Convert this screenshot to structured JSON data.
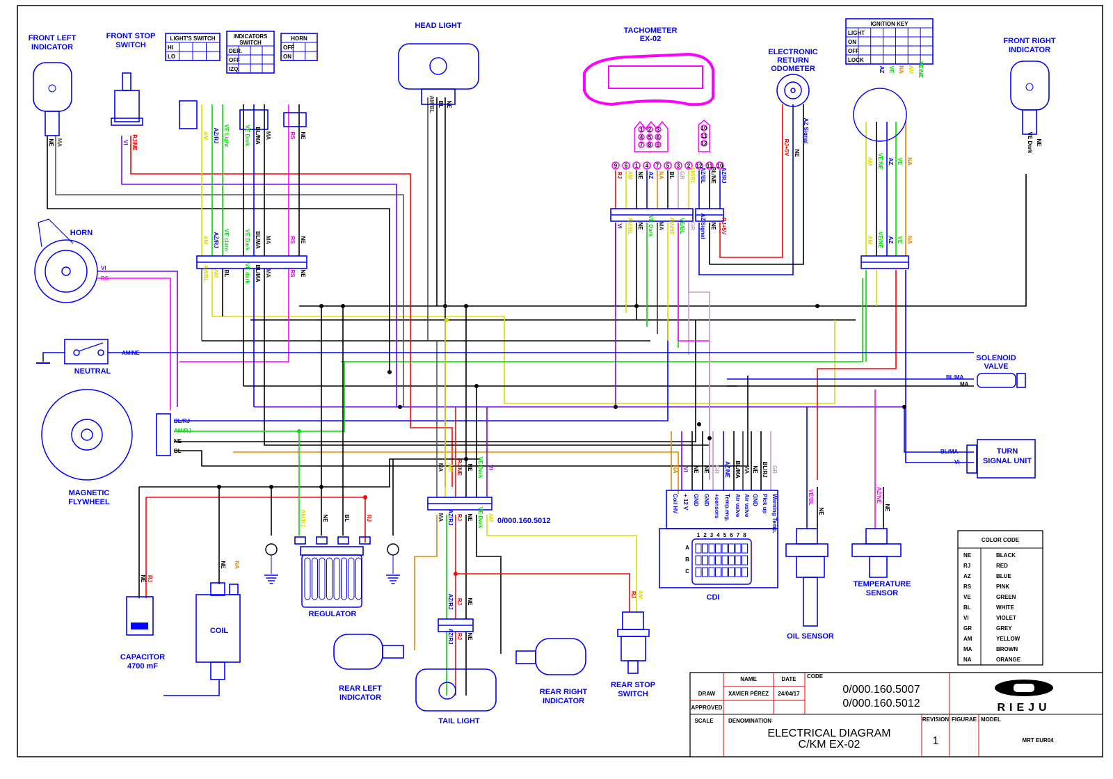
{
  "components": {
    "front_left_indicator": "FRONT LEFT|INDICATOR",
    "front_stop_switch": "FRONT STOP|SWITCH",
    "head_light": "HEAD LIGHT",
    "tachometer": "TACHOMETER|EX-02",
    "odometer": "ELECTRONIC|RETURN|ODOMETER",
    "front_right_indicator": "FRONT RIGHT|INDICATOR",
    "horn": "HORN",
    "neutral": "NEUTRAL",
    "magnetic_flywheel": "MAGNETIC|FLYWHEEL",
    "solenoid_valve": "SOLENOID|VALVE",
    "turn_signal_unit": "TURN|SIGNAL UNIT",
    "capacitor": "CAPACITOR|4700  mF",
    "coil": "COIL",
    "regulator": "REGULATOR",
    "rear_left_indicator": "REAR LEFT|INDICATOR",
    "tail_light": "TAIL LIGHT",
    "rear_right_indicator": "REAR RIGHT|INDICATOR",
    "rear_stop_switch": "REAR STOP|SWITCH",
    "cdi": "CDI",
    "oil_sensor": "OIL SENSOR",
    "temperature_sensor": "TEMPERATURE|SENSOR",
    "harness_code": "0/000.160.5012"
  },
  "switch_tables": {
    "lights_switch": {
      "title": "LIGHT'S SWITCH",
      "rows": [
        "HI",
        "LO"
      ],
      "wires": [
        "AM",
        "AZ/RJ",
        "VE Light"
      ]
    },
    "indicators_switch": {
      "title": "INDICATORS|SWITCH",
      "rows": [
        "DER.",
        "OFF",
        "IZQ."
      ],
      "wires": [
        "VE Dark",
        "BL/MA",
        "MA"
      ]
    },
    "horn_switch": {
      "title": "HORN",
      "rows": [
        "OFF",
        "ON"
      ],
      "wires": [
        "RS",
        "NE"
      ]
    },
    "ignition_key": {
      "title": "IGNITION KEY",
      "rows": [
        "LIGHT",
        "ON",
        "OFF",
        "LOCK"
      ],
      "wires": [
        "AZ",
        "VE",
        "NA",
        "AM",
        "VE/NE"
      ]
    }
  },
  "tacho_connector": {
    "pins_a": [
      "9",
      "6",
      "1",
      "4",
      "7",
      "5",
      "3",
      "2"
    ],
    "top_a": [
      "RJ",
      "AM",
      "NE",
      "AZ",
      "NA",
      "BL",
      "GR",
      "AM/BL"
    ],
    "bottom_a": [
      "VI",
      "AM/BL",
      "NE",
      "VE Dark",
      "MA",
      "AM/NE",
      "VE/BL",
      "GR"
    ],
    "pins_b": [
      "12",
      "11",
      "10"
    ],
    "top_b": [
      "AZ/BL",
      "BL/NE",
      "AZ/RJ"
    ],
    "bottom_b": [
      "AZ Signal",
      "NE",
      "RJ+5V"
    ],
    "pin_grid": [
      "1",
      "2",
      "3",
      "4",
      "5",
      "6",
      "7",
      "8",
      "9"
    ],
    "pin_grid_b": [
      "10",
      "11",
      "12"
    ]
  },
  "cdi_pins": {
    "wires": [
      "NA",
      "VI",
      "NE",
      "NE",
      "GR",
      "AZ/NE",
      "BL/MA",
      "MA",
      "NE",
      "BL/RJ",
      "GR"
    ],
    "functions": [
      "Coil HV",
      "+ 12 V",
      "GND",
      "GND",
      "+sensors",
      "Temp.eng.",
      "Air valve",
      "Air valve",
      "GND",
      "Pick up",
      "Warning Temp."
    ],
    "grid_cols": [
      "1",
      "2",
      "3",
      "4",
      "5",
      "6",
      "7",
      "8"
    ],
    "grid_rows": [
      "A",
      "B",
      "C"
    ]
  },
  "wire_labels": {
    "horn_vi": "VI",
    "horn_rs": "RS",
    "neutral": "AM/NE",
    "fly_1": "BL/RJ",
    "fly_2": "AM/RJ",
    "fly_3": "NE",
    "fly_4": "BL",
    "sol_1": "BL/MA",
    "sol_2": "MA",
    "tsu_1": "BL/MA",
    "tsu_2": "VI",
    "odo_1": "RJ+5V",
    "odo_2": "NE",
    "odo_3": "AZ Signal",
    "oil_1": "VE/BL",
    "oil_2": "NE",
    "temp_1": "AZ/NE",
    "temp_2": "NE",
    "reg": [
      "AM/RJ",
      "NE",
      "BL",
      "RJ"
    ],
    "cap": [
      "NE",
      "RJ"
    ],
    "coil": [
      "NE",
      "NA"
    ],
    "rear_top": [
      "MA",
      "AM",
      "RJ/NE",
      "NE",
      "VE Dark",
      "VI"
    ],
    "rear_bot": [
      "MA",
      "AZ/RJ",
      "RJ",
      "NE",
      "VE Dark",
      "AM"
    ],
    "stop_rear": [
      "RJ",
      "AM"
    ],
    "tail": [
      "AZ/RJ",
      "RJ",
      "NE"
    ]
  },
  "color_code": {
    "title": "COLOR CODE",
    "entries": [
      {
        "code": "NE",
        "name": "BLACK"
      },
      {
        "code": "RJ",
        "name": "RED"
      },
      {
        "code": "AZ",
        "name": "BLUE"
      },
      {
        "code": "RS",
        "name": "PINK"
      },
      {
        "code": "VE",
        "name": "GREEN"
      },
      {
        "code": "BL",
        "name": "WHITE"
      },
      {
        "code": "VI",
        "name": "VIOLET"
      },
      {
        "code": "GR",
        "name": "GREY"
      },
      {
        "code": "AM",
        "name": "YELLOW"
      },
      {
        "code": "MA",
        "name": "BROWN"
      },
      {
        "code": "NA",
        "name": "ORANGE"
      }
    ]
  },
  "title_block": {
    "name_h": "NAME",
    "date_h": "DATE",
    "code_h": "CODE",
    "draw": "DRAW",
    "approved": "APPROVED",
    "drawer": "XAVIER PÉREZ",
    "date": "24/04/17",
    "code_1": "0/000.160.5007",
    "code_2": "0/000.160.5012",
    "scale": "SCALE",
    "denomination_h": "DENOMINATION",
    "denomination_1": "ELECTRICAL  DIAGRAM",
    "denomination_2": "C/KM  EX-02",
    "revision_h": "REVISION",
    "revision": "1",
    "figure_h": "FIGURAE",
    "model_h": "MODEL",
    "model": "MRT  EUR04",
    "brand": "RIEJU"
  },
  "colors": {
    "NE": "#000000",
    "RJ": "#ff0000",
    "AZ": "#0000ff",
    "RS": "#ff00ff",
    "VE": "#00dd00",
    "VI": "#7700ff",
    "GR": "#c0a0c0",
    "AM": "#dddd00",
    "MA": "#333333",
    "NA": "#dd8800",
    "BLUE": "#0000ff",
    "TACHO": "#ff00ff"
  }
}
